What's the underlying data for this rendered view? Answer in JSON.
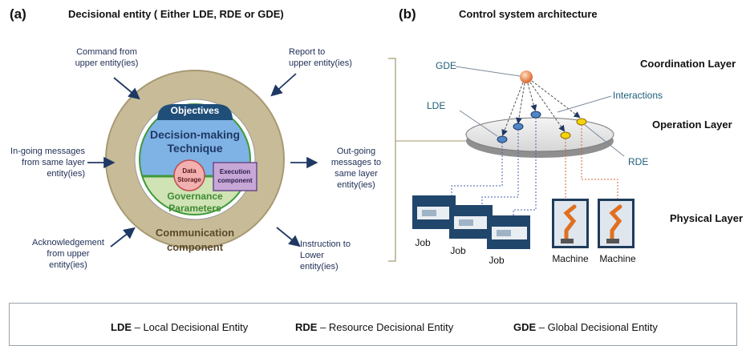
{
  "panel_a": {
    "label": "(a)",
    "title": "Decisional entity ( Either LDE, RDE or GDE)",
    "core": {
      "objectives": "Objectives",
      "decision_line1": "Decision-making",
      "decision_line2": "Technique",
      "data_line1": "Data",
      "data_line2": "Storage",
      "exec_line1": "Execution",
      "exec_line2": "component",
      "gov_line1": "Governance",
      "gov_line2": "Parameters",
      "comm_line1": "Communication",
      "comm_line2": "component"
    },
    "notes": {
      "top_left": [
        "Command from",
        "upper entity(ies)"
      ],
      "top_right": [
        "Report to",
        "upper entity(ies)"
      ],
      "mid_left": [
        "In-going messages",
        "from same layer",
        "entity(ies)"
      ],
      "mid_right": [
        "Out-going",
        "messages to",
        "same layer",
        "entity(ies)"
      ],
      "bottom_left": [
        "Acknowledgement",
        "from upper",
        "entity(ies)"
      ],
      "bottom_right": [
        "Instruction to",
        "Lower",
        "entity(ies)"
      ]
    }
  },
  "panel_b": {
    "label": "(b)",
    "title": "Control system architecture",
    "layers": {
      "coordination": "Coordination Layer",
      "operation": "Operation Layer",
      "physical": "Physical Layer"
    },
    "nodes": {
      "gde": "GDE",
      "lde": "LDE",
      "rde": "RDE",
      "interactions": "Interactions"
    },
    "physical_items": [
      "Job",
      "Job",
      "Job",
      "Machine",
      "Machine"
    ]
  },
  "legend": [
    {
      "abbr": "LDE",
      "text": " – Local Decisional Entity"
    },
    {
      "abbr": "RDE",
      "text": " – Resource Decisional Entity"
    },
    {
      "abbr": "GDE",
      "text": " – Global Decisional Entity"
    }
  ],
  "colors": {
    "ring": "#c8bb97",
    "ring_edge": "#a79a74",
    "objectives": "#1f4e79",
    "decision": "#7fb2e5",
    "governance": "#cfe3b4",
    "governance_edge": "#3f9a3a",
    "data_storage": "#f2b0b0",
    "execution": "#c7a7d6",
    "arrow": "#1f3864",
    "lde_node": "#4f86c6",
    "rde_node": "#f5d20a",
    "gde_node": "#e8823a",
    "blue_link": "#4a5fb0",
    "orange_link": "#d0653a"
  }
}
